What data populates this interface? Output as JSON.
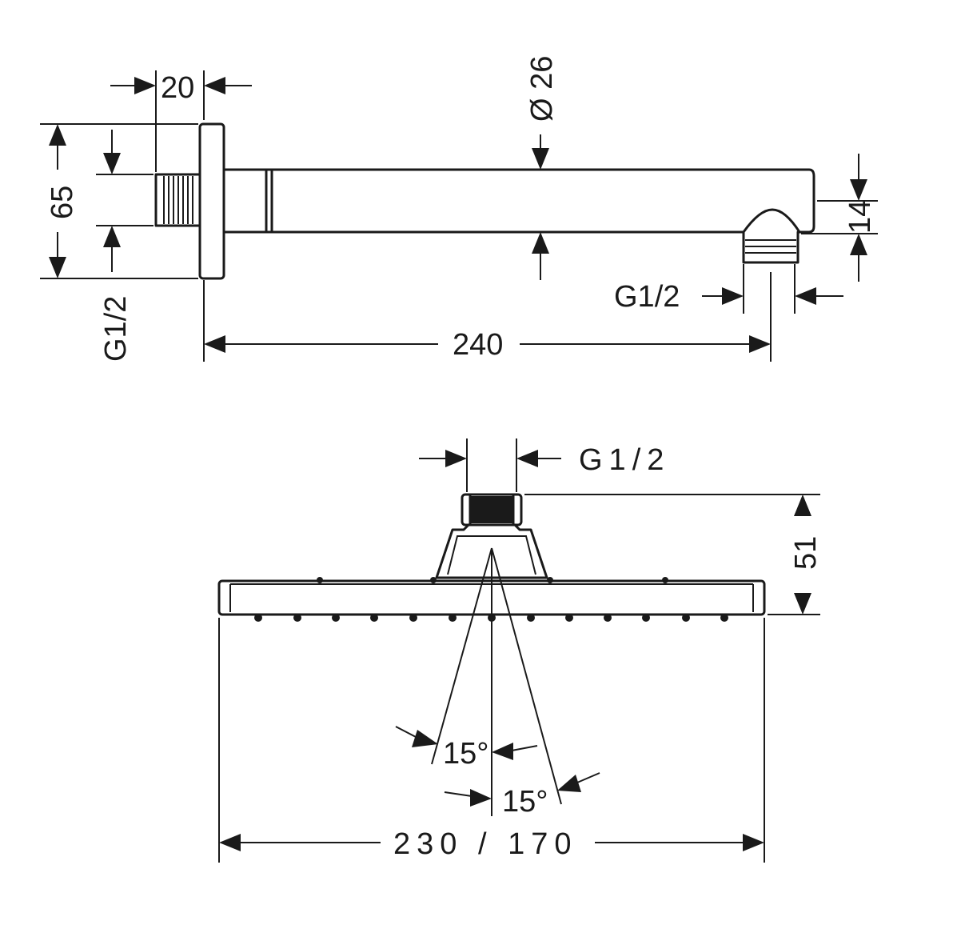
{
  "arm_view": {
    "dims": {
      "flange_depth": "20",
      "diameter": "Ø 26",
      "flange_height": "65",
      "thread_inlet": "G1/2",
      "outlet_offset": "14",
      "thread_outlet": "G1/2",
      "projection": "240"
    }
  },
  "head_view": {
    "dims": {
      "thread": "G1/2",
      "height": "51",
      "angle_1": "15°",
      "angle_2": "15°",
      "width": "230 / 170"
    }
  }
}
